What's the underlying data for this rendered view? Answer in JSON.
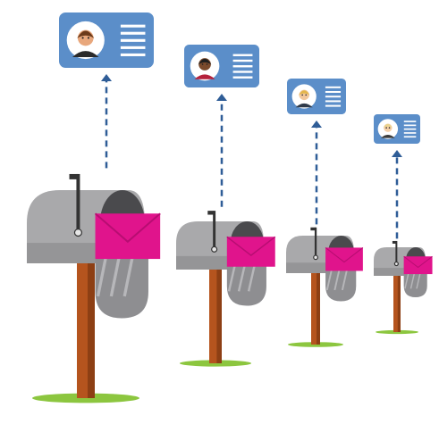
{
  "colors": {
    "card": "#5b8ec9",
    "card_lines": "#ffffff",
    "arrow": "#2f5d97",
    "envelope": "#e0148c",
    "envelope_fold": "#b80d72",
    "mailbox_body": "#a9a9ab",
    "mailbox_dark": "#6f6f72",
    "mailbox_inside": "#4a4a4d",
    "door": "#8e8e91",
    "post": "#b5541e",
    "post_dark": "#8d3f14",
    "grass": "#8cc63f",
    "flag": "#333333"
  },
  "scene": {
    "mailboxes": [
      {
        "id": "mailbox-1",
        "avatar": "person-brown-hair-icon",
        "skin": "#e8a77c",
        "hair": "#6b3a1a",
        "shirt": "#2a2a2a"
      },
      {
        "id": "mailbox-2",
        "avatar": "person-dark-hair-woman-icon",
        "skin": "#7a4a2c",
        "hair": "#1f1f1f",
        "shirt": "#b5213b"
      },
      {
        "id": "mailbox-3",
        "avatar": "person-blonde-hair-icon",
        "skin": "#f2c79b",
        "hair": "#e3b64a",
        "shirt": "#2f3a4a"
      },
      {
        "id": "mailbox-4",
        "avatar": "person-light-hair-woman-icon",
        "skin": "#f5cfa8",
        "hair": "#ead38c",
        "shirt": "#3b3b3b"
      }
    ]
  }
}
